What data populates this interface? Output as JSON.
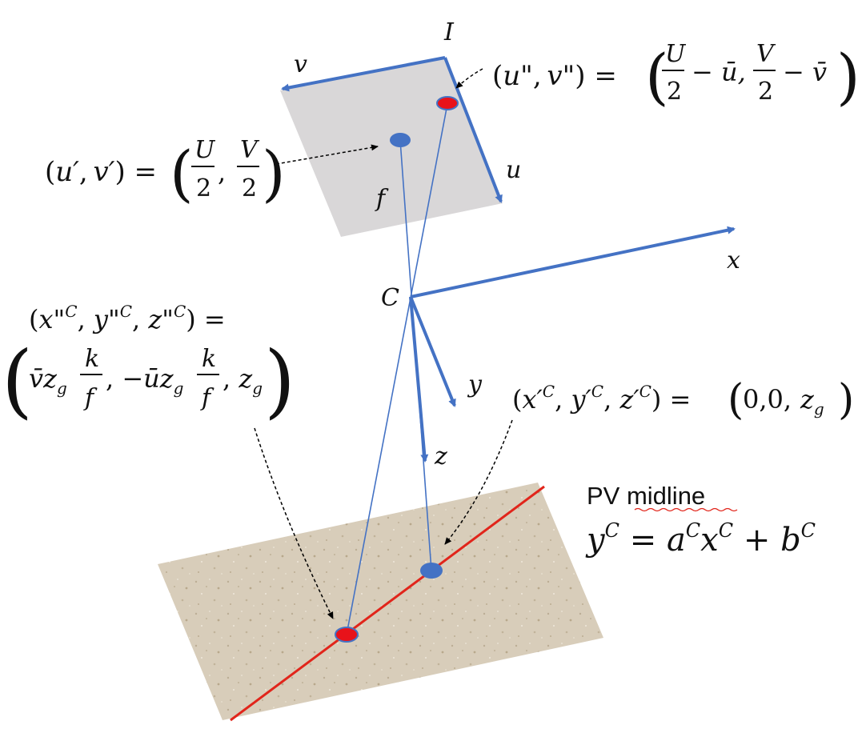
{
  "colors": {
    "axis_blue": "#4472C4",
    "image_plane_fill": "#D9D7D8",
    "ground_fill": "#D8CDBA",
    "midline_red": "#E1251B",
    "point_red": "#E8121A",
    "point_blue": "#4472C4"
  },
  "labels": {
    "image_plane": "I",
    "axis_v": "v",
    "axis_u": "u",
    "focal": "f",
    "camera_center": "C",
    "axis_x": "x",
    "axis_y": "y",
    "axis_z": "z"
  },
  "equations": {
    "principal_point": "(u′, v′) = (U/2, V/2)",
    "image_point": "(u\", v\") = (U/2 − ū, V/2 − v̄)",
    "camera_point": "(x″C, y″C, z″C) = (v̄ zg k/f, −ū zg k/f, zg)",
    "ground_center": "(x′C, y′C, z′C) = (0,0, zg)",
    "midline_title": "PV midline",
    "midline_eq": "yC = aC xC + bC"
  }
}
